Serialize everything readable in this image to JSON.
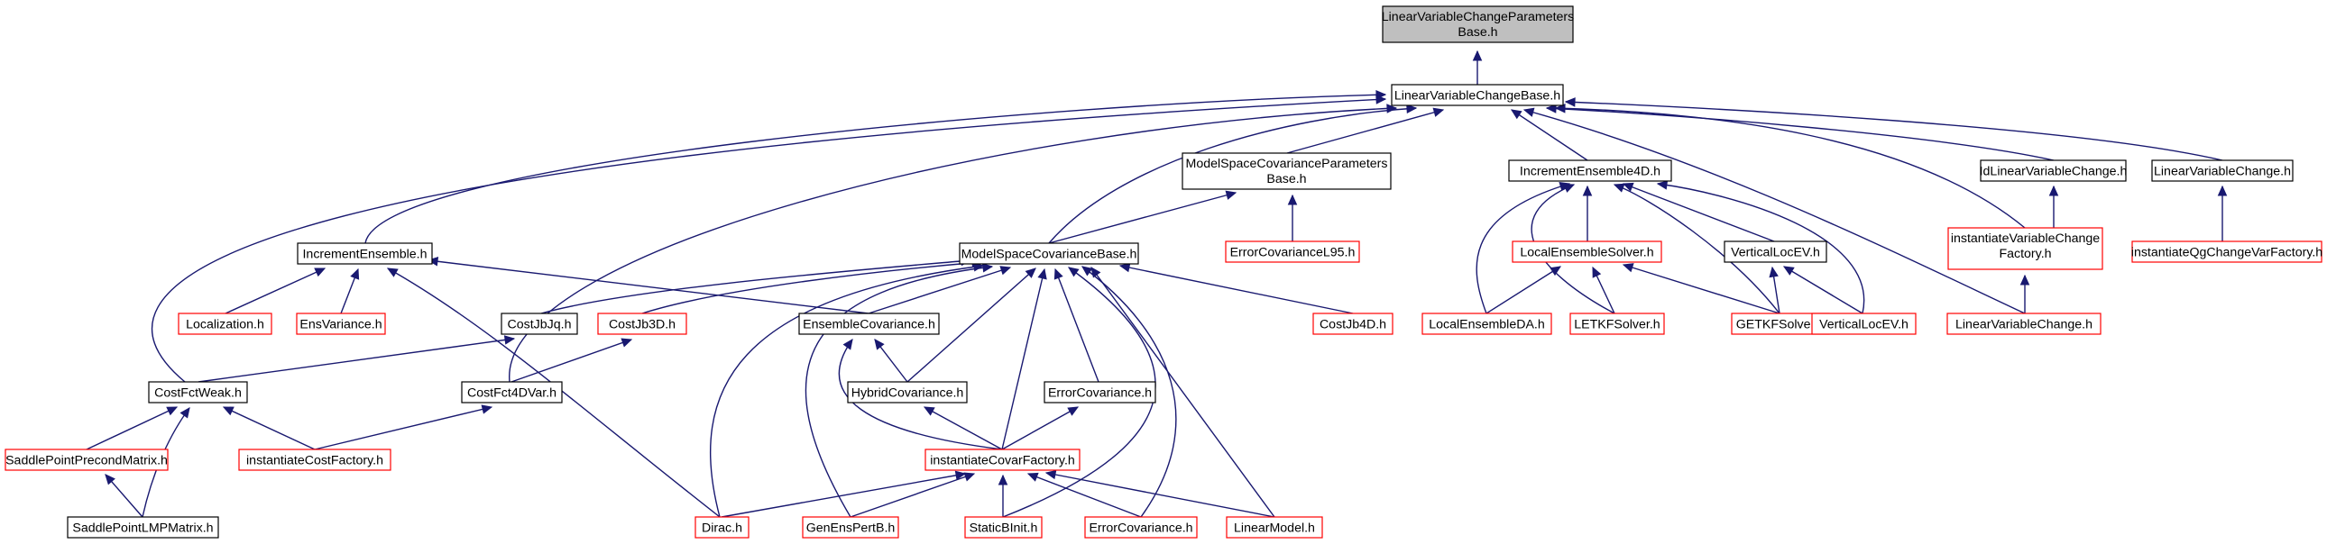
{
  "graph": {
    "colors": {
      "edge": "#191970",
      "node_border": "#000000",
      "node_highlight_border": "#ff0000",
      "root_fill": "#bfbfbf"
    },
    "nodes": [
      {
        "id": "root",
        "lines": [
          "LinearVariableChangeParameters",
          "Base.h"
        ],
        "style": "root"
      },
      {
        "id": "lvcb",
        "lines": [
          "LinearVariableChangeBase.h"
        ],
        "style": "normal"
      },
      {
        "id": "mscpb",
        "lines": [
          "ModelSpaceCovarianceParameters",
          "Base.h"
        ],
        "style": "normal"
      },
      {
        "id": "ie4d",
        "lines": [
          "IncrementEnsemble4D.h"
        ],
        "style": "normal"
      },
      {
        "id": "idlvc",
        "lines": [
          "IdLinearVariableChange.h"
        ],
        "style": "normal"
      },
      {
        "id": "lvc1",
        "lines": [
          "LinearVariableChange.h"
        ],
        "style": "normal"
      },
      {
        "id": "ie",
        "lines": [
          "IncrementEnsemble.h"
        ],
        "style": "normal"
      },
      {
        "id": "mscb",
        "lines": [
          "ModelSpaceCovarianceBase.h"
        ],
        "style": "normal"
      },
      {
        "id": "ecl95",
        "lines": [
          "ErrorCovarianceL95.h"
        ],
        "style": "red"
      },
      {
        "id": "les",
        "lines": [
          "LocalEnsembleSolver.h"
        ],
        "style": "red"
      },
      {
        "id": "vle1",
        "lines": [
          "VerticalLocEV.h"
        ],
        "style": "normal"
      },
      {
        "id": "ivcf",
        "lines": [
          "instantiateVariableChange",
          "Factory.h"
        ],
        "style": "red"
      },
      {
        "id": "iqg",
        "lines": [
          "instantiateQgChangeVarFactory.h"
        ],
        "style": "red"
      },
      {
        "id": "loc",
        "lines": [
          "Localization.h"
        ],
        "style": "red"
      },
      {
        "id": "ensv",
        "lines": [
          "EnsVariance.h"
        ],
        "style": "red"
      },
      {
        "id": "cjbjq",
        "lines": [
          "CostJbJq.h"
        ],
        "style": "normal"
      },
      {
        "id": "cjb3d",
        "lines": [
          "CostJb3D.h"
        ],
        "style": "red"
      },
      {
        "id": "ensc",
        "lines": [
          "EnsembleCovariance.h"
        ],
        "style": "normal"
      },
      {
        "id": "cjb4d",
        "lines": [
          "CostJb4D.h"
        ],
        "style": "red"
      },
      {
        "id": "leda",
        "lines": [
          "LocalEnsembleDA.h"
        ],
        "style": "red"
      },
      {
        "id": "letkf",
        "lines": [
          "LETKFSolver.h"
        ],
        "style": "red"
      },
      {
        "id": "getkf",
        "lines": [
          "GETKFSolver.h"
        ],
        "style": "red"
      },
      {
        "id": "vle2",
        "lines": [
          "VerticalLocEV.h"
        ],
        "style": "red"
      },
      {
        "id": "lvc2",
        "lines": [
          "LinearVariableChange.h"
        ],
        "style": "red"
      },
      {
        "id": "cfw",
        "lines": [
          "CostFctWeak.h"
        ],
        "style": "normal"
      },
      {
        "id": "cf4d",
        "lines": [
          "CostFct4DVar.h"
        ],
        "style": "normal"
      },
      {
        "id": "hyc",
        "lines": [
          "HybridCovariance.h"
        ],
        "style": "normal"
      },
      {
        "id": "ec1",
        "lines": [
          "ErrorCovariance.h"
        ],
        "style": "normal"
      },
      {
        "id": "sppm",
        "lines": [
          "SaddlePointPrecondMatrix.h"
        ],
        "style": "red"
      },
      {
        "id": "icf",
        "lines": [
          "instantiateCostFactory.h"
        ],
        "style": "red"
      },
      {
        "id": "icvf",
        "lines": [
          "instantiateCovarFactory.h"
        ],
        "style": "red"
      },
      {
        "id": "splmp",
        "lines": [
          "SaddlePointLMPMatrix.h"
        ],
        "style": "normal"
      },
      {
        "id": "dirac",
        "lines": [
          "Dirac.h"
        ],
        "style": "red"
      },
      {
        "id": "gepb",
        "lines": [
          "GenEnsPertB.h"
        ],
        "style": "red"
      },
      {
        "id": "sbi",
        "lines": [
          "StaticBInit.h"
        ],
        "style": "red"
      },
      {
        "id": "ec2",
        "lines": [
          "ErrorCovariance.h"
        ],
        "style": "red"
      },
      {
        "id": "lm",
        "lines": [
          "LinearModel.h"
        ],
        "style": "red"
      }
    ],
    "edges": [
      {
        "from": "lvcb",
        "to": "root"
      },
      {
        "from": "mscpb",
        "to": "lvcb"
      },
      {
        "from": "ie4d",
        "to": "lvcb"
      },
      {
        "from": "idlvc",
        "to": "lvcb"
      },
      {
        "from": "lvc1",
        "to": "lvcb"
      },
      {
        "from": "ie",
        "to": "lvcb"
      },
      {
        "from": "mscb",
        "to": "lvcb"
      },
      {
        "from": "cfw",
        "to": "lvcb"
      },
      {
        "from": "cf4d",
        "to": "lvcb"
      },
      {
        "from": "ivcf",
        "to": "lvcb"
      },
      {
        "from": "lvc2",
        "to": "lvcb"
      },
      {
        "from": "ecl95",
        "to": "mscpb"
      },
      {
        "from": "mscb",
        "to": "mscpb"
      },
      {
        "from": "les",
        "to": "ie4d"
      },
      {
        "from": "leda",
        "to": "ie4d"
      },
      {
        "from": "letkf",
        "to": "ie4d"
      },
      {
        "from": "getkf",
        "to": "ie4d"
      },
      {
        "from": "vle1",
        "to": "ie4d"
      },
      {
        "from": "vle2",
        "to": "ie4d"
      },
      {
        "from": "ivcf",
        "to": "idlvc"
      },
      {
        "from": "iqg",
        "to": "lvc1"
      },
      {
        "from": "lvc2",
        "to": "ivcf"
      },
      {
        "from": "loc",
        "to": "ie"
      },
      {
        "from": "ensv",
        "to": "ie"
      },
      {
        "from": "ensc",
        "to": "ie"
      },
      {
        "from": "dirac",
        "to": "ie"
      },
      {
        "from": "cjbjq",
        "to": "mscb"
      },
      {
        "from": "cjb3d",
        "to": "mscb"
      },
      {
        "from": "ensc",
        "to": "mscb"
      },
      {
        "from": "cjb4d",
        "to": "mscb"
      },
      {
        "from": "hyc",
        "to": "mscb"
      },
      {
        "from": "ec1",
        "to": "mscb"
      },
      {
        "from": "icvf",
        "to": "mscb"
      },
      {
        "from": "dirac",
        "to": "mscb"
      },
      {
        "from": "gepb",
        "to": "mscb"
      },
      {
        "from": "sbi",
        "to": "mscb"
      },
      {
        "from": "ec2",
        "to": "mscb"
      },
      {
        "from": "lm",
        "to": "mscb"
      },
      {
        "from": "leda",
        "to": "les"
      },
      {
        "from": "letkf",
        "to": "les"
      },
      {
        "from": "getkf",
        "to": "les"
      },
      {
        "from": "getkf",
        "to": "vle1"
      },
      {
        "from": "vle2",
        "to": "vle1"
      },
      {
        "from": "cfw",
        "to": "cjbjq"
      },
      {
        "from": "cf4d",
        "to": "cjb3d"
      },
      {
        "from": "hyc",
        "to": "ensc"
      },
      {
        "from": "icvf",
        "to": "ensc"
      },
      {
        "from": "sppm",
        "to": "cfw"
      },
      {
        "from": "icf",
        "to": "cfw"
      },
      {
        "from": "splmp",
        "to": "cfw"
      },
      {
        "from": "icf",
        "to": "cf4d"
      },
      {
        "from": "icvf",
        "to": "hyc"
      },
      {
        "from": "icvf",
        "to": "ec1"
      },
      {
        "from": "splmp",
        "to": "sppm"
      },
      {
        "from": "dirac",
        "to": "icvf"
      },
      {
        "from": "gepb",
        "to": "icvf"
      },
      {
        "from": "sbi",
        "to": "icvf"
      },
      {
        "from": "ec2",
        "to": "icvf"
      },
      {
        "from": "lm",
        "to": "icvf"
      }
    ]
  }
}
